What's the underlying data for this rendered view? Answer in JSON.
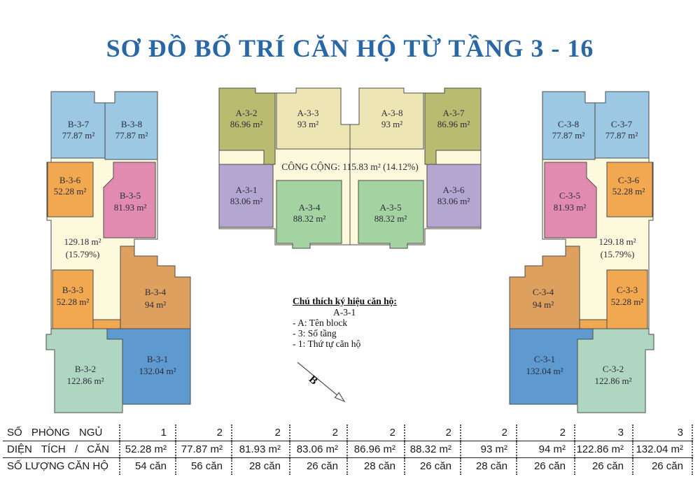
{
  "title": "SƠ ĐỒ BỐ TRÍ CĂN HỘ TỪ TẦNG 3 - 16",
  "colors": {
    "title_blue": "#2a67a5",
    "light_blue": "#9cc8e4",
    "medium_blue": "#5e99cf",
    "orange": "#f2a850",
    "dark_orange": "#dda05e",
    "pink": "#e18bb0",
    "cream": "#fdf9dc",
    "teal_green": "#aed6c1",
    "olive": "#b8bb70",
    "tan": "#eee5b5",
    "lavender": "#b3a7d2",
    "green": "#a4d3a2"
  },
  "plan": {
    "common_a": "CÔNG CỘNG: 115.83 m² (14.12%)",
    "common_b": {
      "area": "129.18 m²",
      "pct": "(15.79%)"
    },
    "common_c": {
      "area": "129.18 m²",
      "pct": "(15.79%)"
    },
    "units": {
      "b37": {
        "id": "B-3-7",
        "area": "77.87 m²"
      },
      "b38": {
        "id": "B-3-8",
        "area": "77.87 m²"
      },
      "b36": {
        "id": "B-3-6",
        "area": "52.28 m²"
      },
      "b35": {
        "id": "B-3-5",
        "area": "81.93 m²"
      },
      "b33": {
        "id": "B-3-3",
        "area": "52.28 m²"
      },
      "b34": {
        "id": "B-3-4",
        "area": "94 m²"
      },
      "b32": {
        "id": "B-3-2",
        "area": "122.86 m²"
      },
      "b31": {
        "id": "B-3-1",
        "area": "132.04 m²"
      },
      "a32": {
        "id": "A-3-2",
        "area": "86.96 m²"
      },
      "a33": {
        "id": "A-3-3",
        "area": "93 m²"
      },
      "a38": {
        "id": "A-3-8",
        "area": "93 m²"
      },
      "a37": {
        "id": "A-3-7",
        "area": "86.96 m²"
      },
      "a31": {
        "id": "A-3-1",
        "area": "83.06 m²"
      },
      "a34": {
        "id": "A-3-4",
        "area": "88.32 m²"
      },
      "a35": {
        "id": "A-3-5",
        "area": "88.32 m²"
      },
      "a36": {
        "id": "A-3-6",
        "area": "83.06 m²"
      },
      "c38": {
        "id": "C-3-8",
        "area": "77.87 m²"
      },
      "c37": {
        "id": "C-3-7",
        "area": "77.87 m²"
      },
      "c35": {
        "id": "C-3-5",
        "area": "81.93 m²"
      },
      "c36": {
        "id": "C-3-6",
        "area": "52.28 m²"
      },
      "c34": {
        "id": "C-3-4",
        "area": "94 m²"
      },
      "c33": {
        "id": "C-3-3",
        "area": "52.28 m²"
      },
      "c31": {
        "id": "C-3-1",
        "area": "132.04 m²"
      },
      "c32": {
        "id": "C-3-2",
        "area": "122.86 m²"
      }
    },
    "arrow_label": "B"
  },
  "legend": {
    "title": "Chú thích ký hiệu căn hộ:",
    "example": "A-3-1",
    "items": [
      "- A: Tên block",
      "- 3: Số tầng",
      "- 1: Thứ tự căn hộ"
    ]
  },
  "table": {
    "rows": [
      {
        "label": "SỐ PHÒNG NGỦ",
        "values": [
          "1",
          "2",
          "2",
          "2",
          "2",
          "2",
          "2",
          "2",
          "3",
          "3"
        ]
      },
      {
        "label": "DIỆN TÍCH / CĂN",
        "values": [
          "52.28 m²",
          "77.87 m²",
          "81.93 m²",
          "83.06 m²",
          "86.96 m²",
          "88.32 m²",
          "93 m²",
          "94 m²",
          "122.86 m²",
          "132.04 m²"
        ]
      },
      {
        "label": "SỐ LƯỢNG CĂN HỘ",
        "values": [
          "54 căn",
          "56 căn",
          "28 căn",
          "26 căn",
          "28 căn",
          "26 căn",
          "28 căn",
          "26 căn",
          "26 căn",
          "26 căn"
        ]
      }
    ]
  }
}
